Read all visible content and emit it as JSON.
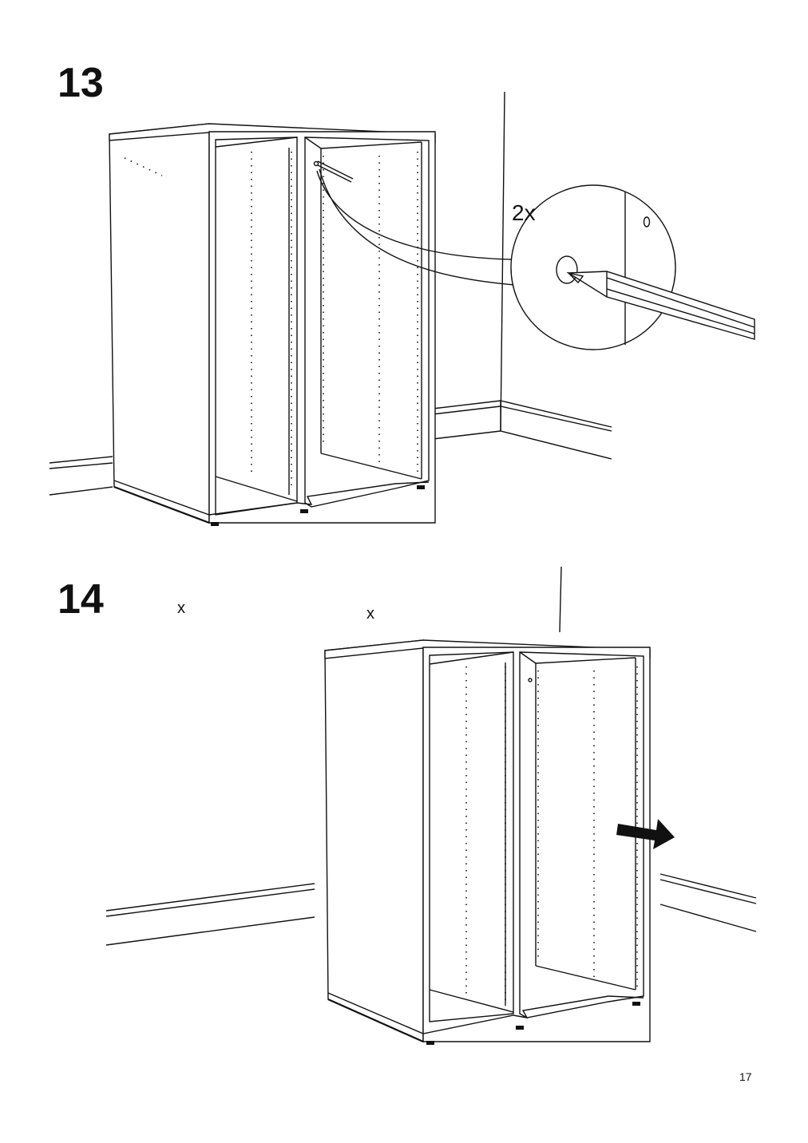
{
  "page": {
    "number": "17"
  },
  "steps": [
    {
      "number": "13",
      "quantity": "2x"
    },
    {
      "number": "14",
      "marks": [
        "x",
        "x"
      ]
    }
  ],
  "icons": {
    "step13": [
      "cabinet-illustration",
      "wall-corner-lines",
      "magnifier-callout",
      "pencil-icon",
      "hole-mark-icon"
    ],
    "step14": [
      "cabinet-illustration",
      "wall-lines",
      "push-arrow-icon"
    ]
  }
}
